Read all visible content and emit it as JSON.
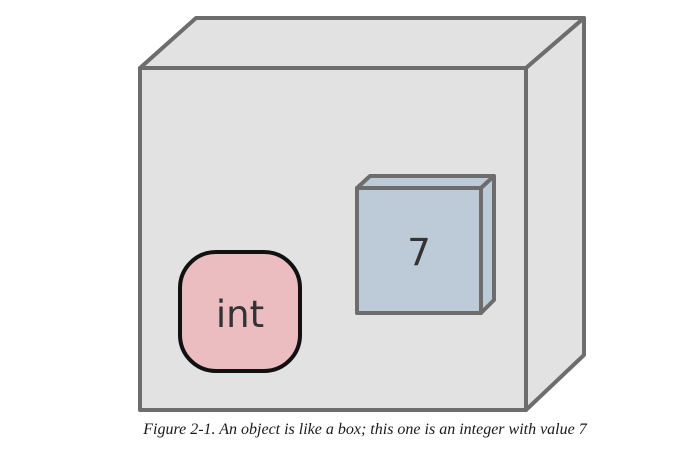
{
  "diagram": {
    "type_label": "int",
    "value_label": "7",
    "caption": "Figure 2-1. An object is like a box; this one is an integer with value 7"
  },
  "colors": {
    "outline": "#6d6d6d",
    "box_face": "#e2e2e2",
    "value_face": "#bccbd7",
    "type_face": "#ebbcc0",
    "text": "#333333"
  }
}
